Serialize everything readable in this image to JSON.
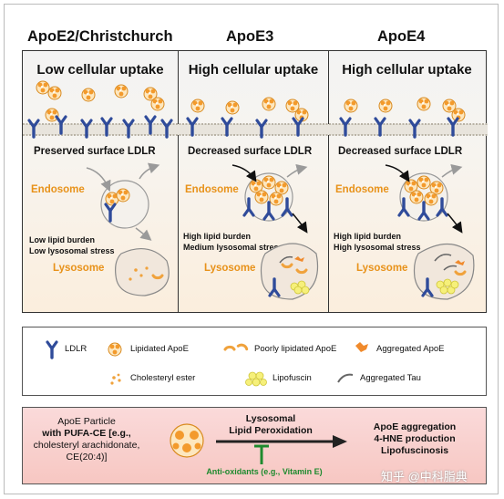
{
  "columns": [
    {
      "title": "ApoE2/Christchurch",
      "uptake": "Low cellular uptake",
      "ldlr": "Preserved surface LDLR",
      "endosome": "Endosome",
      "burden": [
        "Low lipid burden",
        "Low lysosomal stress"
      ],
      "lysosome": "Lysosome"
    },
    {
      "title": "ApoE3",
      "uptake": "High cellular uptake",
      "ldlr": "Decreased surface LDLR",
      "endosome": "Endosome",
      "burden": [
        "High lipid burden",
        "Medium lysosomal stress"
      ],
      "lysosome": "Lysosome"
    },
    {
      "title": "ApoE4",
      "uptake": "High cellular uptake",
      "ldlr": "Decreased surface LDLR",
      "endosome": "Endosome",
      "burden": [
        "High lipid burden",
        "High lysosomal stress"
      ],
      "lysosome": "Lysosome"
    }
  ],
  "legend": {
    "ldlr": "LDLR",
    "lipidated": "Lipidated ApoE",
    "poorly": "Poorly lipidated ApoE",
    "aggregated": "Aggregated ApoE",
    "ester": "Cholesteryl ester",
    "lipofuscin": "Lipofuscin",
    "tau": "Aggregated Tau"
  },
  "mechanism": {
    "particle": [
      "ApoE Particle",
      "with PUFA-CE [e.g.,",
      "cholesteryl arachidonate,",
      "CE(20:4)]"
    ],
    "process": [
      "Lysosomal",
      "Lipid Peroxidation"
    ],
    "inhibitor": "Anti-oxidants (e.g., Vitamin E)",
    "outcome": [
      "ApoE aggregation",
      "4-HNE production",
      "Lipofuscinosis"
    ]
  },
  "watermark": "知乎 @中科脂典",
  "colors": {
    "ldlr": "#2f4b9a",
    "apoe": "#f0a23c",
    "orange_text": "#e8921a",
    "green": "#1e8a2e",
    "mech_bg": "#f8cfcb"
  }
}
